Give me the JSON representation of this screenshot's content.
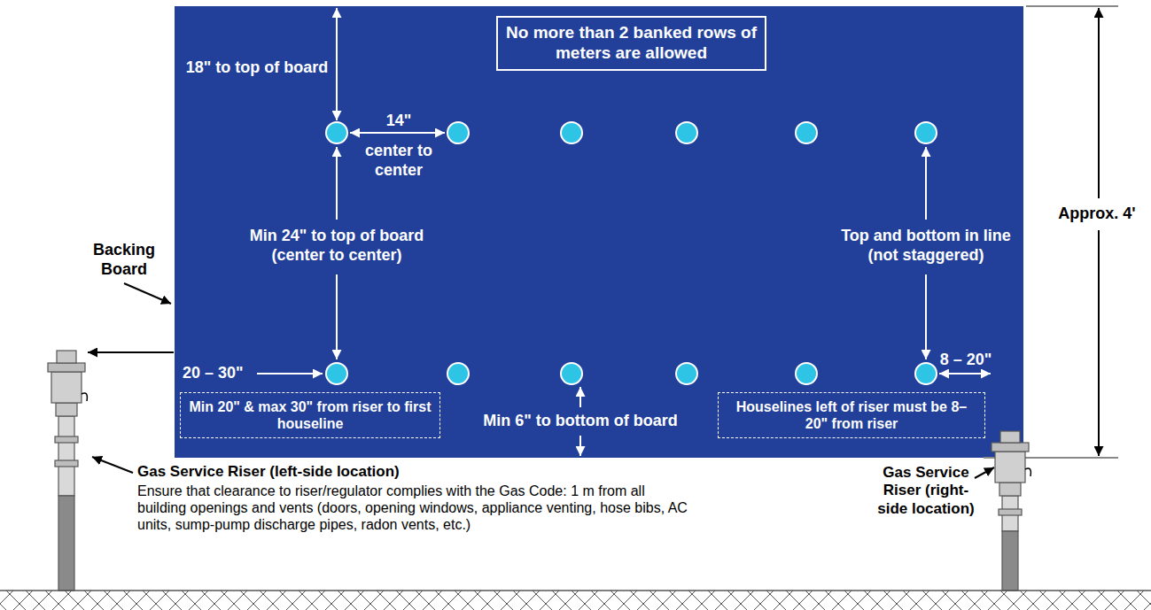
{
  "diagram": {
    "nodes": [
      {
        "text": [
          "No more than 2 banked rows of meters are allowed"
        ]
      },
      {
        "text": [
          "Min 20\" & max 30\" from riser to first houseline"
        ]
      },
      {
        "text": [
          "Houselines left of riser must be 8–20\" from riser"
        ]
      }
    ],
    "labels": [
      "18\" to top of board",
      "14\"",
      "center to center",
      "Min 24\" to top of board (center to center)",
      "Top and bottom in line (not staggered)",
      "20 – 30\"",
      "Min 6\" to bottom of board",
      "8 – 20\"",
      "Approx. 4'",
      "Backing Board",
      "Gas Service Riser (left-side location)",
      "Ensure that clearance to riser/regulator complies with the Gas Code: 1 m from all building openings and vents (doors, opening windows, appliance venting, hose bibs, AC units, sump-pump discharge pipes, radon vents, etc.)",
      "Gas Service Riser (right-side location)"
    ]
  }
}
